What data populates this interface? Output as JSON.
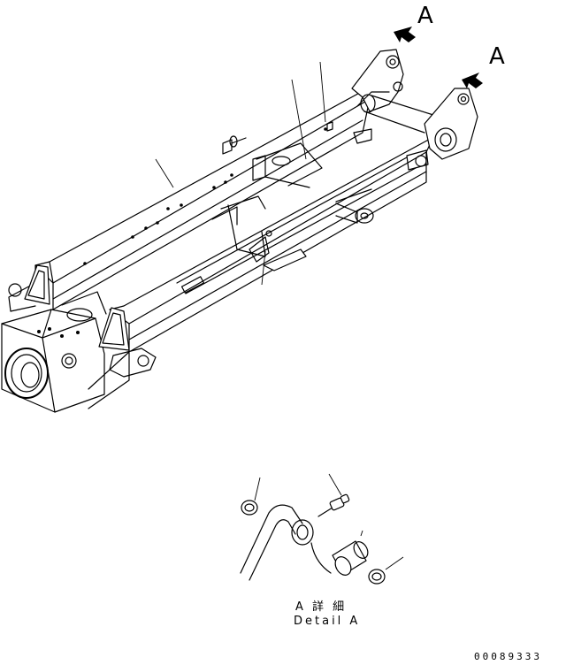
{
  "labels": {
    "view_arrow_1": "A",
    "view_arrow_2": "A",
    "detail_caption_jp": "A 詳 細",
    "detail_caption_en": "Detail A",
    "drawing_code": "00089333"
  },
  "colors": {
    "line": "#000000",
    "background": "#ffffff"
  }
}
